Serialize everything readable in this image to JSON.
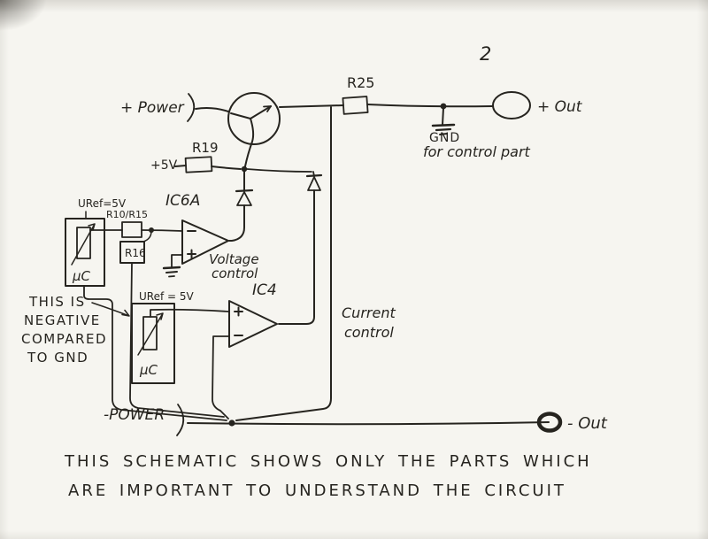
{
  "page": {
    "mark": "2",
    "caption_line1": "THIS SCHEMATIC SHOWS ONLY THE PARTS WHICH",
    "caption_line2": "ARE IMPORTANT TO UNDERSTAND THE CIRCUIT"
  },
  "rails": {
    "plus_power": "+ Power",
    "plus_out": "+ Out",
    "minus_power": "-POWER",
    "minus_out": "- Out",
    "r25": "R25",
    "gnd": "GND",
    "gnd_note": "for control part"
  },
  "voltage_section": {
    "supply": "+5V",
    "r19": "R19",
    "opamp": "IC6A",
    "uref": "URef=5V",
    "divider": "R10/R15",
    "r16": "R16",
    "uc": "µC",
    "caption1": "Voltage",
    "caption2": "control"
  },
  "current_section": {
    "opamp": "IC4",
    "uref": "URef = 5V",
    "uc": "µC",
    "caption1": "Current",
    "caption2": "control"
  },
  "note": {
    "line1": "THIS IS",
    "line2": "NEGATIVE",
    "line3": "COMPARED",
    "line4": "TO GND"
  }
}
